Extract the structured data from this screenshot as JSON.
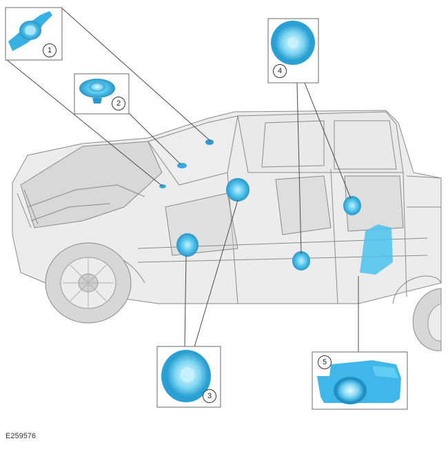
{
  "figure_id": "E259576",
  "callouts": [
    {
      "number": "1",
      "component": "dash-tweeter"
    },
    {
      "number": "2",
      "component": "center-dash-speaker"
    },
    {
      "number": "3",
      "component": "front-door-speaker"
    },
    {
      "number": "4",
      "component": "rear-door-speaker"
    },
    {
      "number": "5",
      "component": "subwoofer-enclosure"
    }
  ],
  "colors": {
    "component_fill": "#54c8ef",
    "component_dark": "#1e8fc2",
    "vehicle_line": "#8a8a8a",
    "vehicle_fill": "#d9d9d9",
    "leader_line": "#4a4a4a"
  }
}
